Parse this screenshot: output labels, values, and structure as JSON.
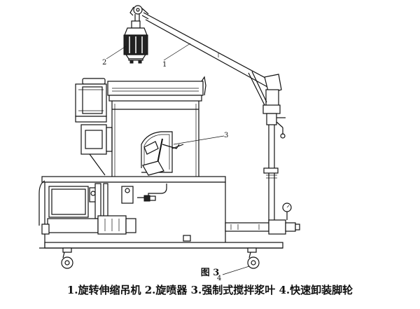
{
  "figure": {
    "title": "图 3",
    "caption": "1.旋转伸缩吊机 2.旋喷器 3.强制式搅拌浆叶 4.快速卸装脚轮",
    "callouts": [
      "1",
      "2",
      "3",
      "4"
    ]
  }
}
